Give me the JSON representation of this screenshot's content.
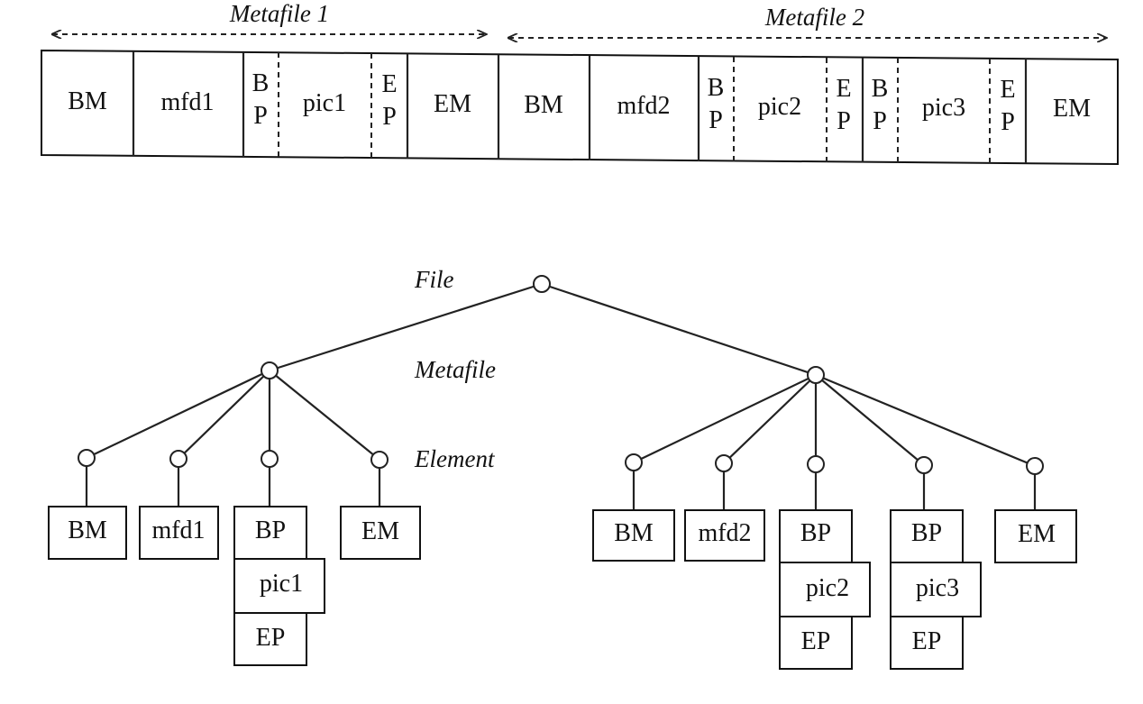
{
  "header": {
    "metafile1_label": "Metafile 1",
    "metafile2_label": "Metafile 2"
  },
  "bar": {
    "cells": [
      "BM",
      "mfd1",
      "B",
      "P",
      "pic1",
      "E",
      "P",
      "EM",
      "BM",
      "mfd2",
      "B",
      "P",
      "pic2",
      "E",
      "P",
      "B",
      "P",
      "pic3",
      "E",
      "P",
      "EM"
    ]
  },
  "levels": {
    "file": "File",
    "metafile": "Metafile",
    "element": "Element"
  },
  "tree": {
    "left": [
      "BM",
      "mfd1",
      "BP",
      "pic1",
      "EP",
      "EM"
    ],
    "right": [
      "BM",
      "mfd2",
      "BP",
      "pic2",
      "EP",
      "BP",
      "pic3",
      "EP",
      "EM"
    ]
  }
}
